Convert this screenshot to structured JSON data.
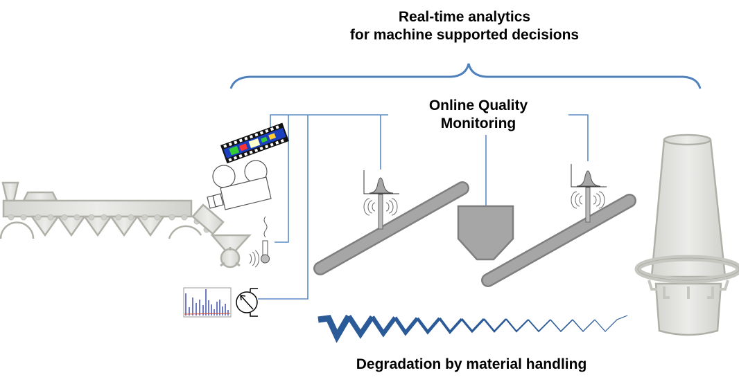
{
  "title": {
    "line1": "Real-time analytics",
    "line2": "for machine supported decisions"
  },
  "monitoring_label": {
    "line1": "Online Quality",
    "line2": "Monitoring"
  },
  "degradation_label": "Degradation by material handling",
  "colors": {
    "connector": "#5b8ac6",
    "brace": "#4f81bd",
    "zigzag": "#2a5a97",
    "equipment_light": "#d9d9d6",
    "equipment_stroke": "#b0b0a8",
    "conveyor": "#a6a6a6",
    "conveyor_stroke": "#7f7f7f"
  },
  "components": [
    {
      "name": "sinter-machine"
    },
    {
      "name": "thermal-camera"
    },
    {
      "name": "thermal-image-film"
    },
    {
      "name": "temperature-sensor"
    },
    {
      "name": "crusher"
    },
    {
      "name": "spectrometer"
    },
    {
      "name": "spectrum-plot"
    },
    {
      "name": "conveyor-belt-1"
    },
    {
      "name": "conveyor-belt-2"
    },
    {
      "name": "bunker"
    },
    {
      "name": "particle-size-sensor-1"
    },
    {
      "name": "particle-size-sensor-2"
    },
    {
      "name": "blast-furnace"
    }
  ]
}
